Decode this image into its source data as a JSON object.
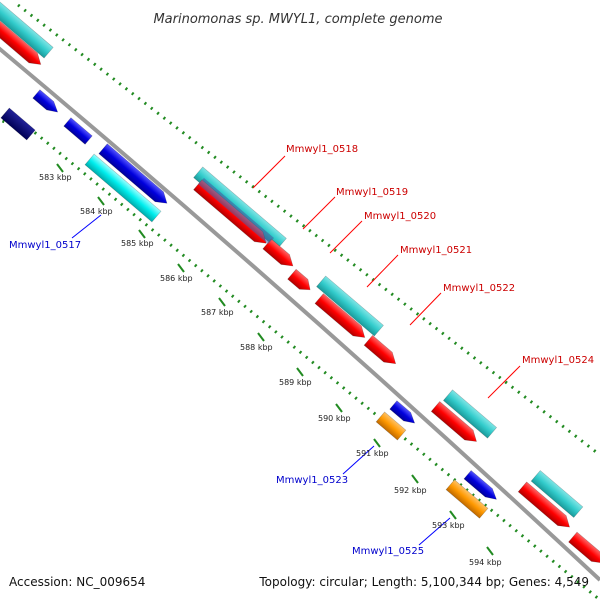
{
  "title": "Marinomonas sp. MWYL1, complete genome",
  "accession": "Accession: NC_009654",
  "topology": "Topology: circular; Length: 5,100,344 bp; Genes: 4,549",
  "ticks": [
    "583 kbp",
    "584 kbp",
    "585 kbp",
    "586 kbp",
    "587 kbp",
    "588 kbp",
    "589 kbp",
    "590 kbp",
    "591 kbp",
    "592 kbp",
    "593 kbp",
    "594 kbp"
  ],
  "gene_labels": {
    "forward": [
      "Mmwyl1_0518",
      "Mmwyl1_0519",
      "Mmwyl1_0520",
      "Mmwyl1_0521",
      "Mmwyl1_0522",
      "Mmwyl1_0524"
    ],
    "reverse": [
      "Mmwyl1_0517",
      "Mmwyl1_0523",
      "Mmwyl1_0525"
    ]
  },
  "colors": {
    "forward_cds": "#ff0000",
    "forward_gene": "#33cccc",
    "reverse_cds": "#0000dd",
    "reverse_gene": "#00eeee",
    "reverse_orange": "#ff9900",
    "dark_navy": "#000066",
    "backbone": "#999999",
    "dotted_track": "#228b22",
    "forward_label": "#cc0000",
    "reverse_label": "#0000cc"
  }
}
